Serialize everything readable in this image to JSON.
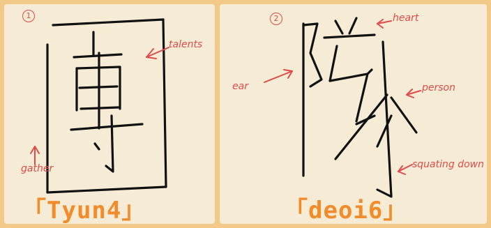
{
  "panels": [
    {
      "number": "1",
      "annotations": {
        "talents": "talents",
        "gather": "gather"
      },
      "romanization": "「Tyun4」"
    },
    {
      "number": "2",
      "annotations": {
        "heart": "heart",
        "ear": "ear",
        "person": "person",
        "squatting": "squating down"
      },
      "romanization": "「deoi6」"
    }
  ],
  "colors": {
    "annotation": "#e04a4a",
    "romanization": "#f28b2a",
    "ink": "#111111",
    "paper": "#f6ecd6",
    "frame": "#f3c98a"
  }
}
